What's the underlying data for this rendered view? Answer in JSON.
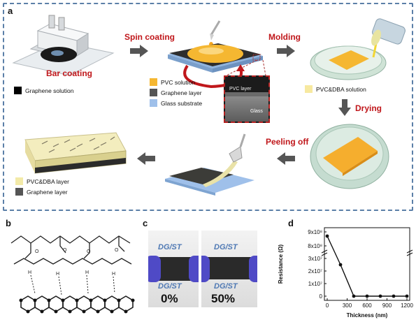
{
  "panels": {
    "a": "a",
    "b": "b",
    "c": "c",
    "d": "d"
  },
  "steps": {
    "bar_coating": "Bar coating",
    "spin_coating": "Spin coating",
    "molding": "Molding",
    "drying": "Drying",
    "peeling_off": "Peeling off"
  },
  "legend_bar": {
    "label": "Graphene solution",
    "color": "#000000"
  },
  "legend_spin": [
    {
      "label": "PVC solution",
      "color": "#f5b731"
    },
    {
      "label": "Graphene layer",
      "color": "#555555"
    },
    {
      "label": "Glass substrate",
      "color": "#9fc0ea"
    }
  ],
  "legend_mold": {
    "label": "PVC&DBA solution",
    "color": "#f7e9a0"
  },
  "legend_final": [
    {
      "label": "PVC&DBA layer",
      "color": "#f3eaa8"
    },
    {
      "label": "Graphene layer",
      "color": "#555555"
    }
  ],
  "inset": {
    "top_label": "PVC layer",
    "bottom_label": "Glass"
  },
  "photo": {
    "brand": "DG/ST",
    "left_value": "0%",
    "right_value": "50%"
  },
  "chart_data": {
    "type": "line",
    "xlabel": "Thickness (nm)",
    "ylabel": "Resistance (Ω)",
    "x": [
      0,
      200,
      400,
      600,
      800,
      1000,
      1200
    ],
    "y": [
      90000000,
      25000000,
      0,
      0,
      0,
      0,
      0
    ],
    "xticks": [
      "0",
      "300",
      "600",
      "900",
      "1200"
    ],
    "yticks": [
      "0",
      "1x10⁷",
      "2x10⁷",
      "3x10⁷",
      "8x10⁸",
      "9x10⁸"
    ],
    "axis_break": true
  }
}
